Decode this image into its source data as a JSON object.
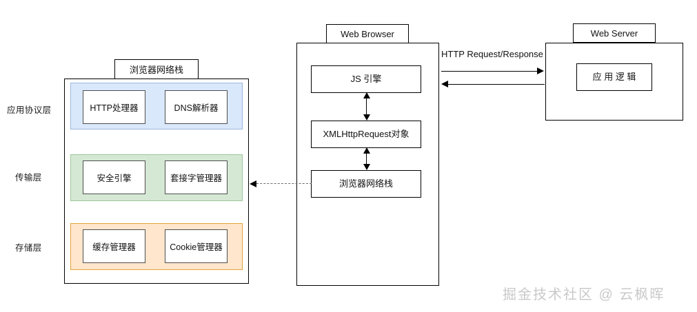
{
  "watermark": "掘金技术社区 @ 云枫晖",
  "network_stack": {
    "title": "浏览器网络栈",
    "layers": [
      {
        "label": "应用协议层",
        "color": "#dae8fc",
        "components": [
          "HTTP处理器",
          "DNS解析器"
        ]
      },
      {
        "label": "传输层",
        "color": "#d5e8d4",
        "components": [
          "安全引擎",
          "套接字管理器"
        ]
      },
      {
        "label": "存储层",
        "color": "#ffe6cc",
        "components": [
          "缓存管理器",
          "Cookie管理器"
        ]
      }
    ]
  },
  "web_browser": {
    "title": "Web Browser",
    "components": [
      "JS 引擎",
      "XMLHttpRequest对象",
      "浏览器网络栈"
    ]
  },
  "web_server": {
    "title": "Web Server",
    "components": [
      "应 用 逻 辑"
    ]
  },
  "connections": {
    "http_label": "HTTP Request/Response"
  }
}
